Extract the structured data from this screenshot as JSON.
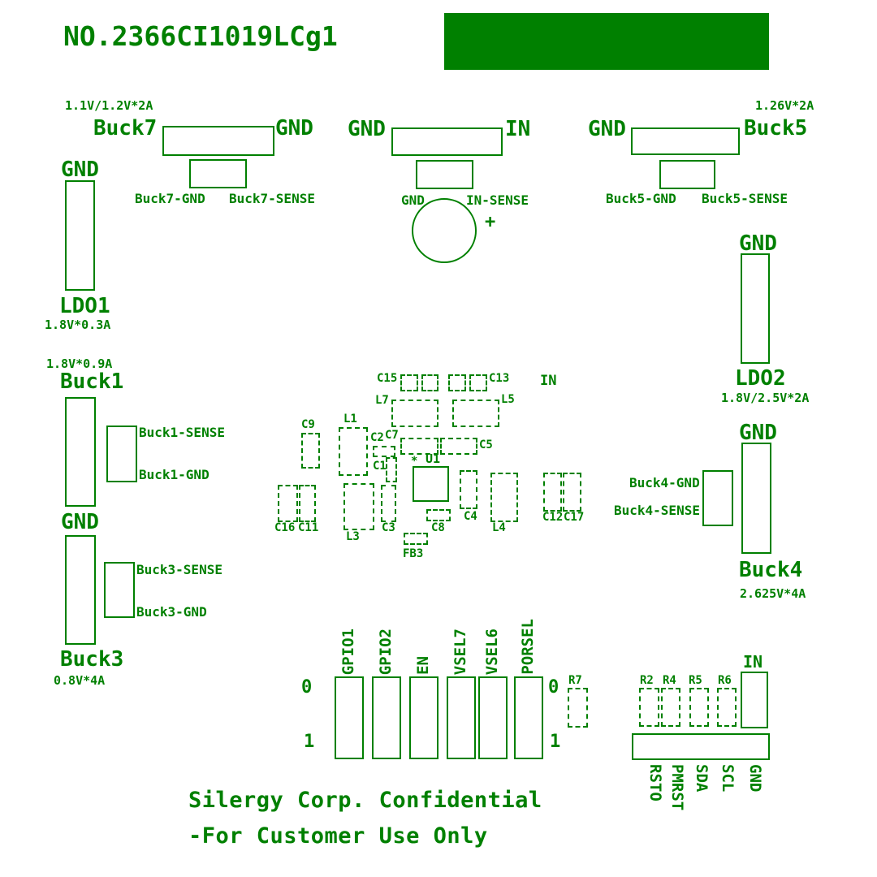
{
  "colors": {
    "silk_green": "#008000",
    "bar_fill": "#008000",
    "background": "#ffffff"
  },
  "title": "NO.2366CI1019LCg1",
  "top": {
    "buck7": {
      "rating": "1.1V/1.2V*2A",
      "label": "Buck7",
      "gnd": "GND",
      "sub_gnd": "Buck7-GND",
      "sub_sense": "Buck7-SENSE"
    },
    "vin": {
      "gnd": "GND",
      "label": "IN",
      "sub_gnd": "GND",
      "sub_sense": "IN-SENSE",
      "cap_plus": "+"
    },
    "buck5": {
      "rating": "1.26V*2A",
      "gnd": "GND",
      "label": "Buck5",
      "sub_gnd": "Buck5-GND",
      "sub_sense": "Buck5-SENSE"
    }
  },
  "ldo1": {
    "gnd": "GND",
    "label": "LDO1",
    "rating": "1.8V*0.3A"
  },
  "ldo2": {
    "gnd": "GND",
    "label": "LDO2",
    "rating": "1.8V/2.5V*2A"
  },
  "buck1": {
    "rating": "1.8V*0.9A",
    "label": "Buck1",
    "sense": "Buck1-SENSE",
    "sense_gnd": "Buck1-GND",
    "gnd": "GND"
  },
  "buck3": {
    "sense": "Buck3-SENSE",
    "sense_gnd": "Buck3-GND",
    "label": "Buck3",
    "rating": "0.8V*4A"
  },
  "buck4": {
    "gnd": "GND",
    "sense_gnd": "Buck4-GND",
    "sense": "Buck4-SENSE",
    "label": "Buck4",
    "rating": "2.625V*4A"
  },
  "components": {
    "c15": "C15",
    "c13": "C13",
    "l7": "L7",
    "l5": "L5",
    "in": "IN",
    "c9": "C9",
    "l1": "L1",
    "c2": "C2",
    "c7": "C7",
    "c5": "C5",
    "c1": "C1",
    "u1_pin1": "*",
    "u1": "U1",
    "c16": "C16",
    "c11": "C11",
    "l3": "L3",
    "c3": "C3",
    "c8": "C8",
    "fb3": "FB3",
    "c4": "C4",
    "l4": "L4",
    "c12": "C12",
    "c17": "C17"
  },
  "jumpers": {
    "labels": [
      "GPIO1",
      "GPIO2",
      "EN",
      "VSEL7",
      "VSEL6",
      "PORSEL"
    ],
    "left_top": "0",
    "left_bottom": "1",
    "right_top": "0",
    "right_bottom": "1"
  },
  "resistors": {
    "r7": "R7",
    "r2": "R2",
    "r4": "R4",
    "r5": "R5",
    "r6": "R6"
  },
  "i2c": {
    "in": "IN",
    "pins": [
      "RSTO",
      "PMRST",
      "SDA",
      "SCL",
      "GND"
    ]
  },
  "footer": {
    "line1": "Silergy Corp. Confidential",
    "line2": "-For Customer Use Only"
  }
}
